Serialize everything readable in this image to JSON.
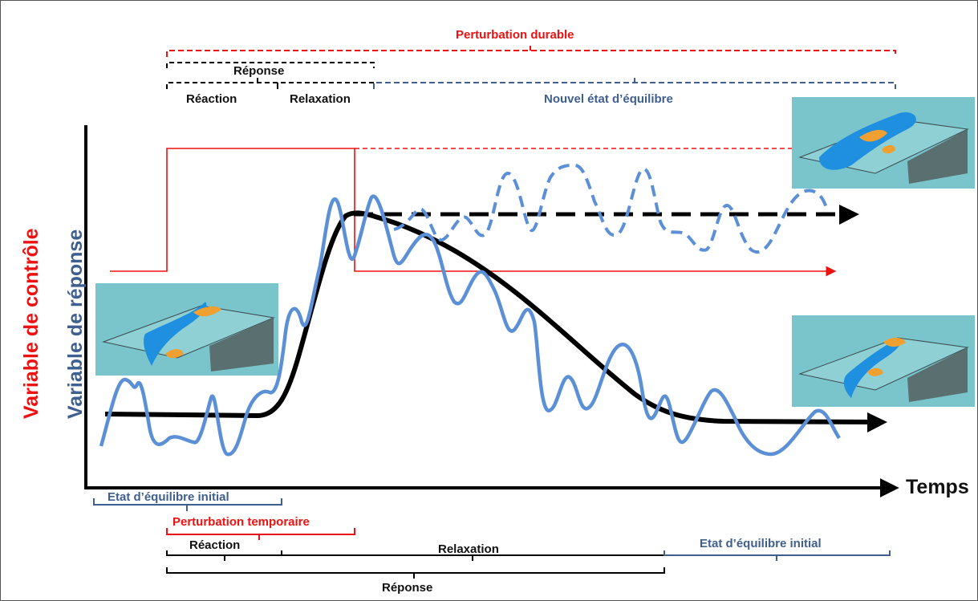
{
  "axes": {
    "y_label_control": "Variable de contrôle",
    "y_label_response": "Variable de réponse",
    "x_label": "Temps"
  },
  "top_brackets": {
    "durable": "Perturbation durable",
    "response": "Réponse",
    "reaction": "Réaction",
    "relaxation": "Relaxation",
    "new_equilibrium": "Nouvel état d’équilibre"
  },
  "bottom_brackets": {
    "initial_equilibrium_left": "Etat d’équilibre initial",
    "temporary": "Perturbation temporaire",
    "reaction": "Réaction",
    "relaxation": "Relaxation",
    "initial_equilibrium_right": "Etat d’équilibre initial",
    "response": "Réponse"
  },
  "colors": {
    "control": "#ee1111",
    "response_label": "#3f5f8f",
    "response_curve": "#5b8fd6",
    "trend": "#000000"
  },
  "icons": [
    "landscape-block-initial-icon",
    "landscape-block-new-equilibrium-icon",
    "landscape-block-return-icon"
  ]
}
